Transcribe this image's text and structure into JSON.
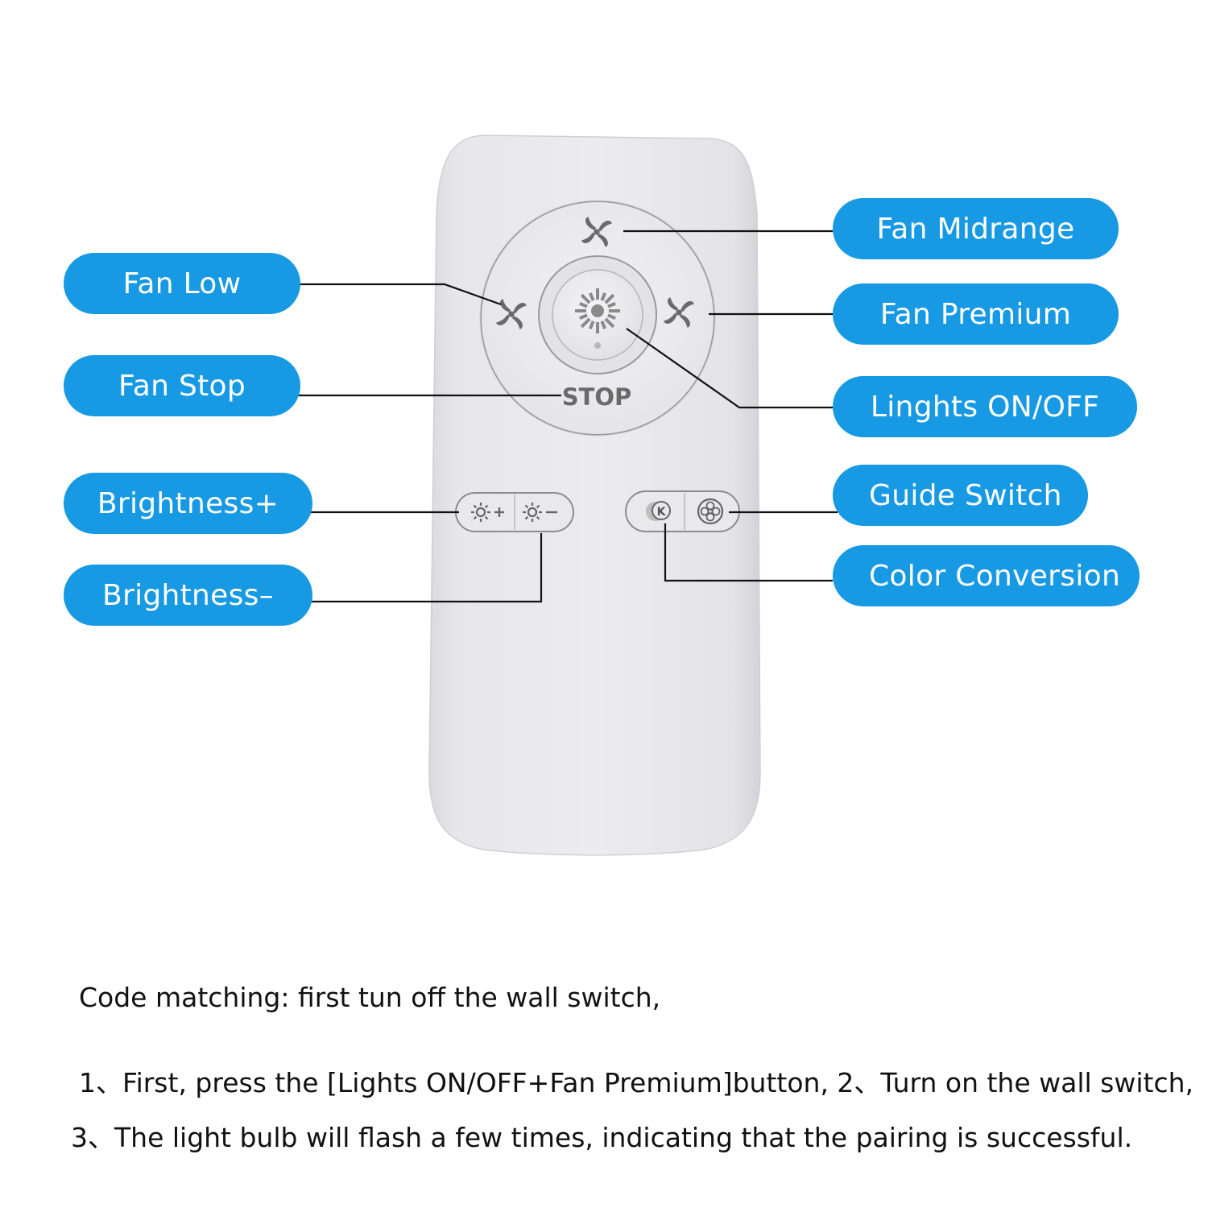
{
  "colors": {
    "label_fill": "#1799e3",
    "label_text": "#ffffff",
    "remote_body": "#e6e6ea",
    "remote_print": "#666666",
    "leader_line": "#000000"
  },
  "remote": {
    "stop_text": "STOP"
  },
  "icons": [
    "fan-icon",
    "sun-icon",
    "k-icon",
    "flower-icon"
  ],
  "callouts": {
    "fan_low": "Fan Low",
    "fan_stop": "Fan Stop",
    "brightness_plus": "Brightness+",
    "brightness_minus": "Brightness–",
    "fan_midrange": "Fan Midrange",
    "fan_premium": "Fan Premium",
    "lights_on_off": "Linghts ON/OFF",
    "guide_switch": "Guide Switch",
    "color_conversion": "Color Conversion"
  },
  "instructions": {
    "intro": "Code matching: first tun off the wall switch,",
    "step_1_2": "1、First, press the [Lights ON/OFF+Fan Premium]button,   2、Turn on the wall switch,",
    "step_3": "3、The light bulb will flash a few times, indicating that the pairing is successful."
  }
}
